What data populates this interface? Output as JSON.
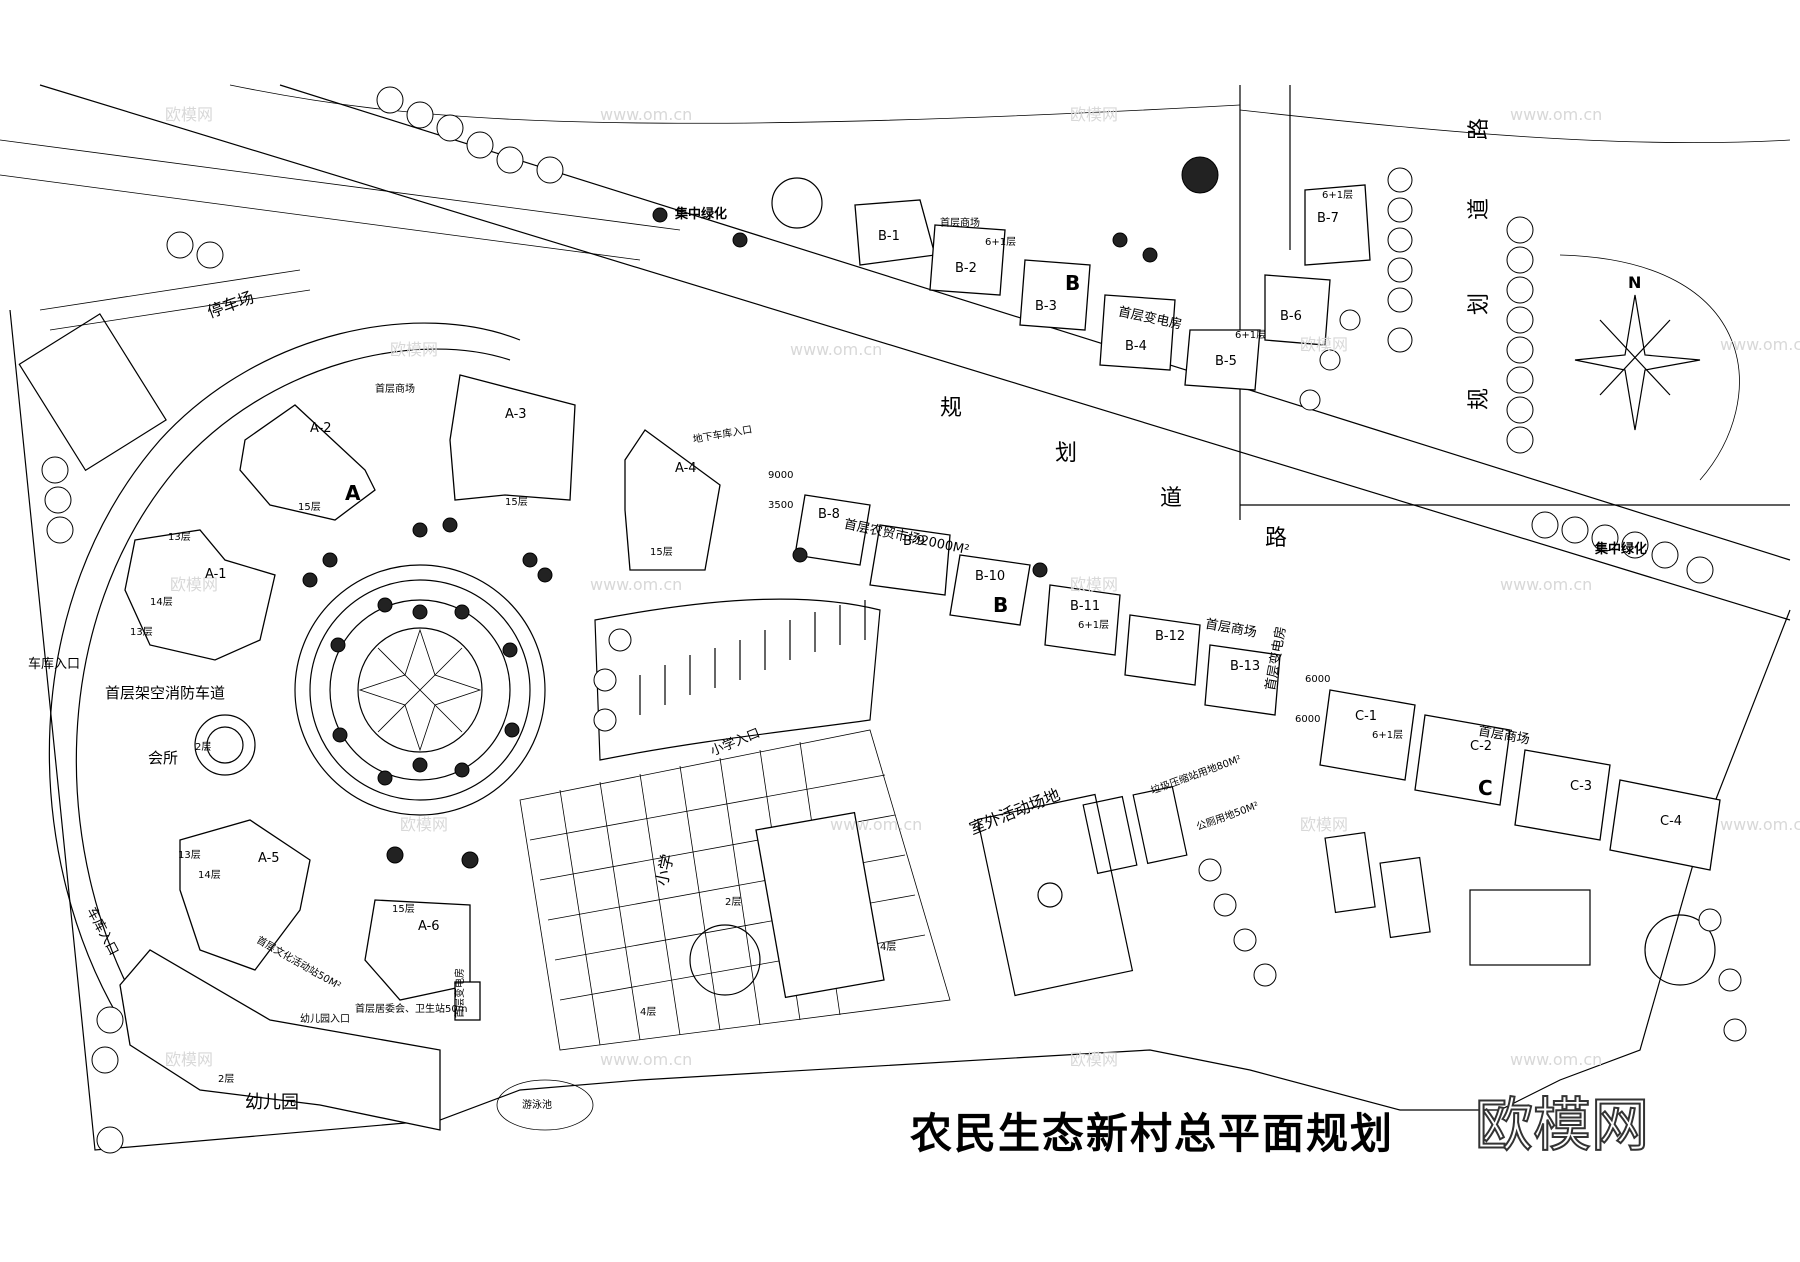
{
  "title": "农民生态新村总平面规划",
  "brand": "欧模网",
  "watermark": {
    "text": "欧模网",
    "url": "www.om.cn"
  },
  "north": "N",
  "roads": {
    "main": [
      "规",
      "划",
      "道",
      "路"
    ],
    "side": [
      "规",
      "划",
      "道",
      "路"
    ]
  },
  "zones": {
    "a": "A",
    "b": "B",
    "c": "C"
  },
  "buildings": {
    "a": [
      "A-1",
      "A-2",
      "A-3",
      "A-4",
      "A-5",
      "A-6"
    ],
    "b_north": [
      "B-1",
      "B-2",
      "B-3",
      "B-4",
      "B-5",
      "B-6",
      "B-7"
    ],
    "b_south": [
      "B-8",
      "B-9",
      "B-10",
      "B-11",
      "B-12",
      "B-13"
    ],
    "c": [
      "C-1",
      "C-2",
      "C-3",
      "C-4"
    ]
  },
  "floors": {
    "f15": "15层",
    "f14": "14层",
    "f13": "13层",
    "f6": "6+1层",
    "f4": "4层",
    "f2": "2层"
  },
  "labels": {
    "parking": "停车场",
    "green1": "集中绿化",
    "green2": "集中绿化",
    "garage_in1": "车库入口",
    "garage_in2": "车库入口",
    "fire_lane": "首层架空消防车道",
    "club": "会所",
    "kindergarten": "幼儿园",
    "kg_entrance": "幼儿园入口",
    "pool": "游泳池",
    "school": "小学",
    "school_entrance": "小学入口",
    "outdoor": "室外活动场地",
    "underground_entrance": "地下车库入口",
    "market": "首层农贸市场2000M²",
    "shops": "首层商场",
    "shops2": "首层商场",
    "shops3": "首层商场",
    "shops4": "首层商场",
    "culture": "首层文化活动站50M²",
    "property": "首层居委会、卫生站50m",
    "substation": "首层变电房",
    "substation2": "首层变电房",
    "substation3": "首层变电房",
    "garbage": "垃圾压缩站用地80M²",
    "toilet": "公厕用地50M²",
    "dim1": "9000",
    "dim2": "3500",
    "dim3": "6000",
    "dim4": "6000"
  }
}
